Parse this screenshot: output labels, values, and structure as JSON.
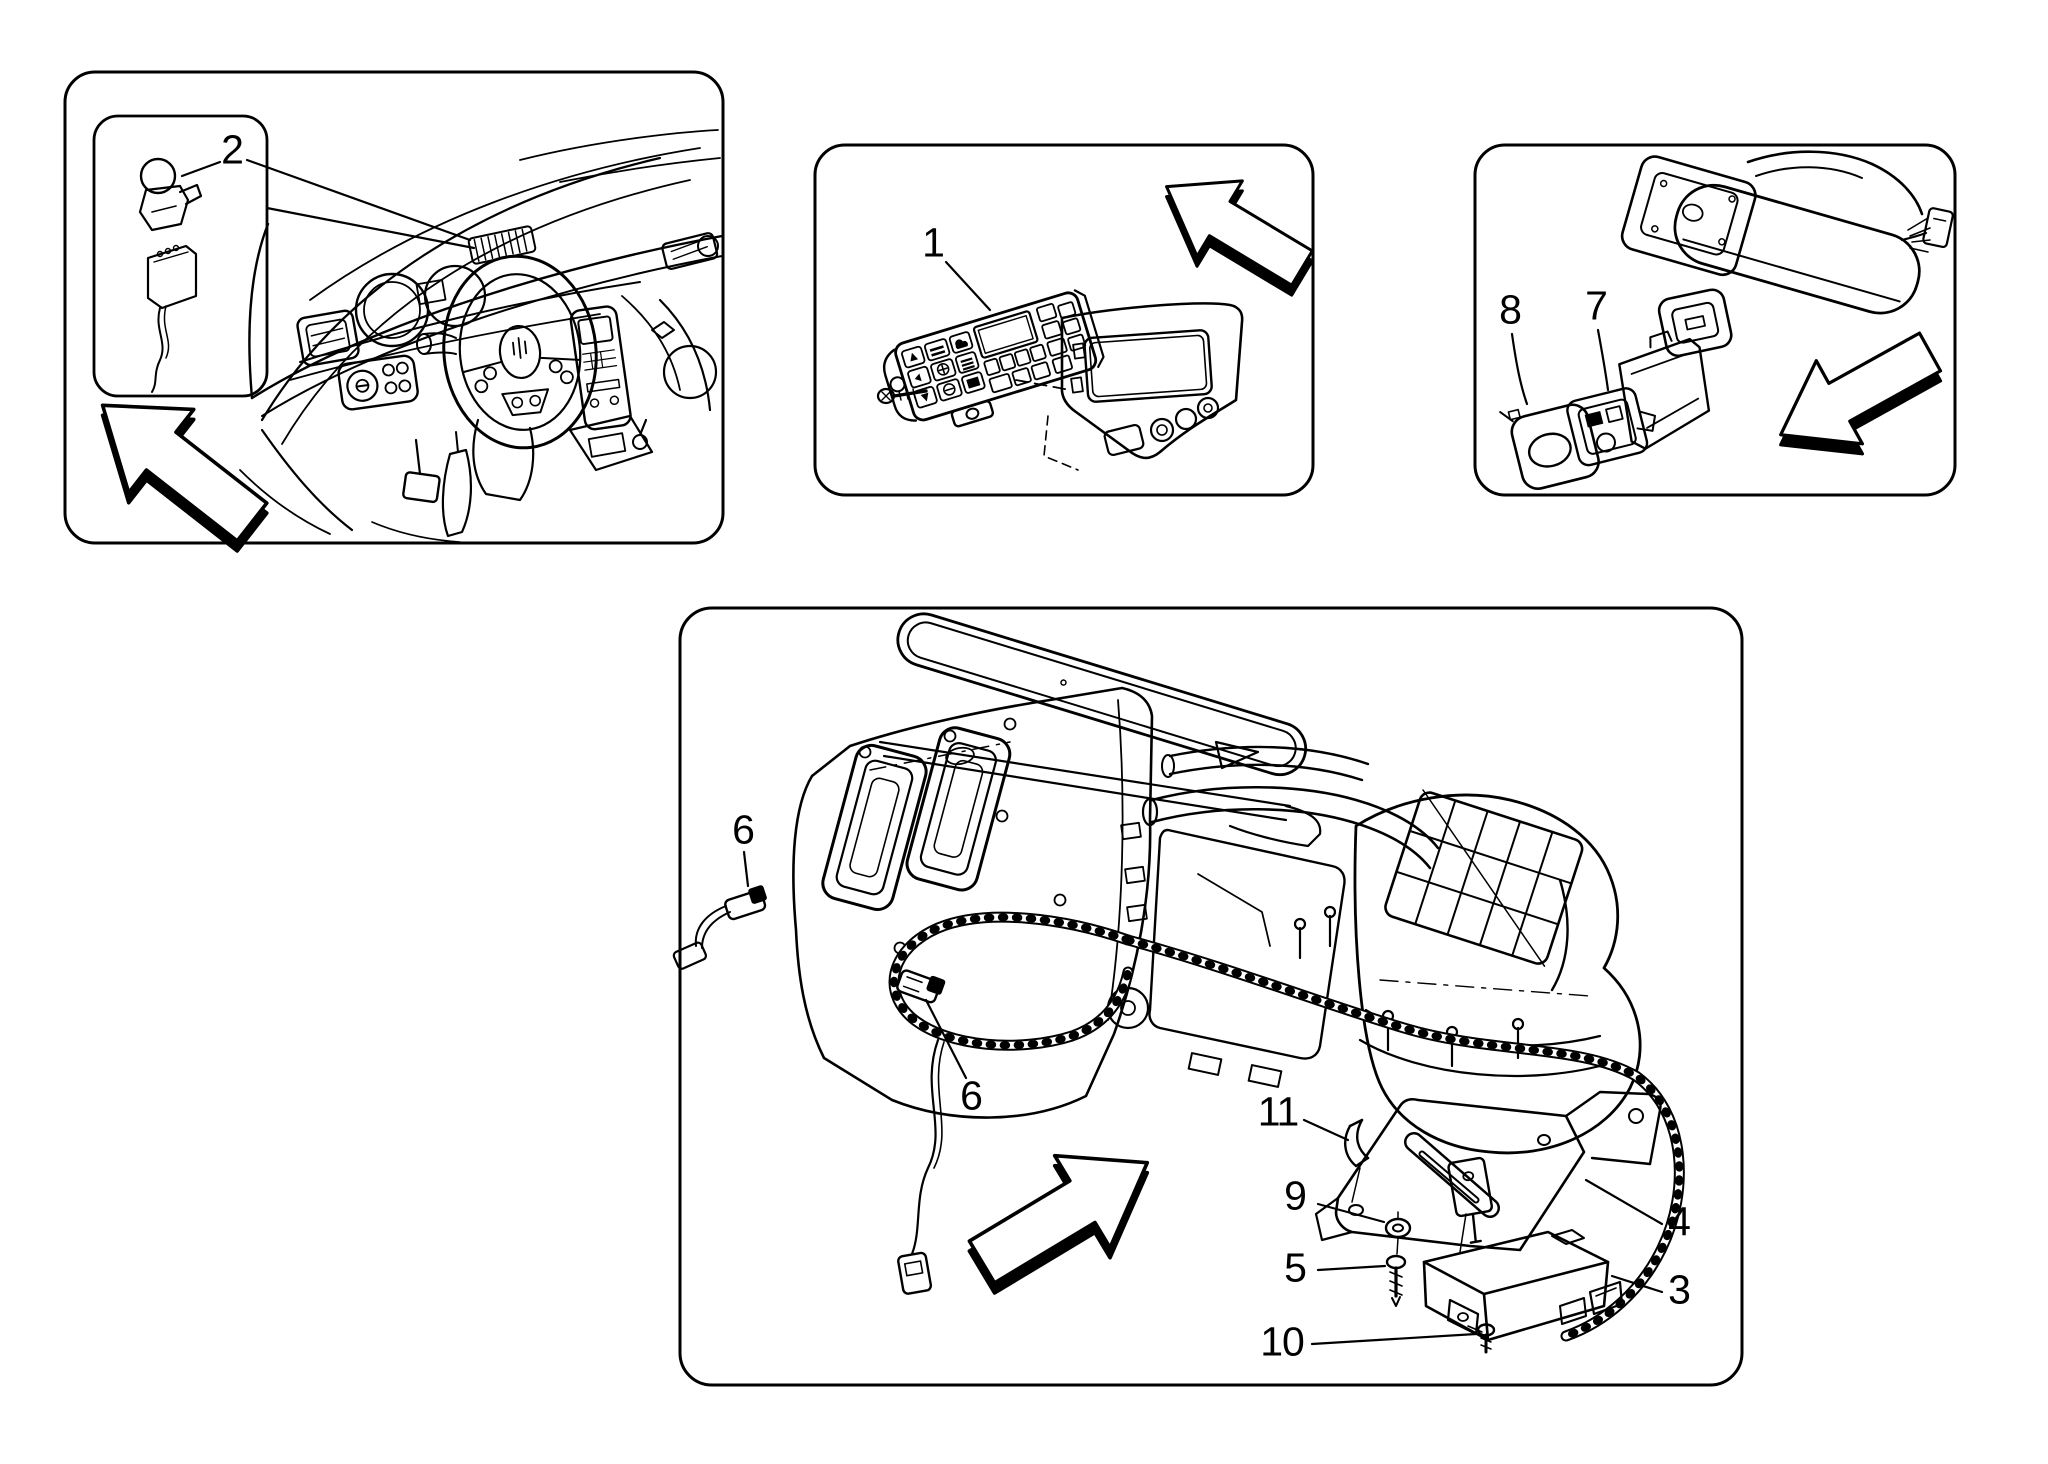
{
  "figure": {
    "kind": "exploded-parts-diagram",
    "background_color": "#ffffff",
    "line_color": "#000000"
  },
  "callouts": {
    "c1": {
      "label": "1"
    },
    "c2": {
      "label": "2"
    },
    "c3": {
      "label": "3"
    },
    "c4": {
      "label": "4"
    },
    "c5": {
      "label": "5"
    },
    "c6a": {
      "label": "6"
    },
    "c6b": {
      "label": "6"
    },
    "c7": {
      "label": "7"
    },
    "c8": {
      "label": "8"
    },
    "c9": {
      "label": "9"
    },
    "c10": {
      "label": "10"
    },
    "c11": {
      "label": "11"
    }
  },
  "icons": {
    "panel1_arrow": "direction-arrow-up-left",
    "panel2_arrow": "direction-arrow-up-left",
    "panel3_arrow": "direction-arrow-down-left",
    "panel4_arrow": "direction-arrow-up-right"
  }
}
